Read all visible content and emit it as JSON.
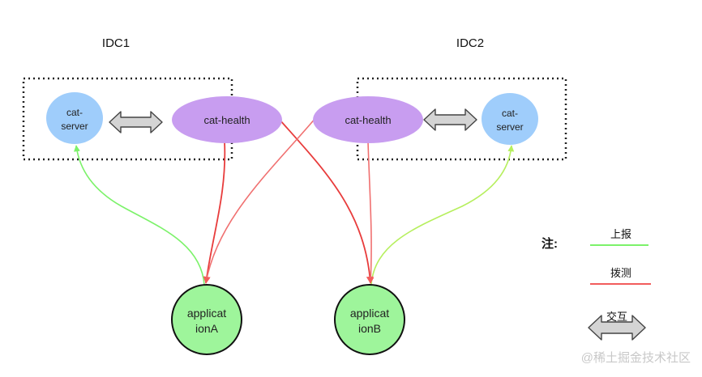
{
  "idc1": {
    "title": "IDC1",
    "server": [
      "cat-",
      "server"
    ],
    "health": "cat-health"
  },
  "idc2": {
    "title": "IDC2",
    "server": [
      "cat-",
      "server"
    ],
    "health": "cat-health"
  },
  "app_a": [
    "applicat",
    "ionA"
  ],
  "app_b": [
    "applicat",
    "ionB"
  ],
  "legend": {
    "title": "注:",
    "report": "上报",
    "probe": "拨测",
    "interact": "交互"
  },
  "watermark": "@稀土掘金技术社区",
  "colors": {
    "server_fill": "#9fcdfb",
    "health_fill": "#c89df0",
    "app_fill": "#9ef59b",
    "report_line": "#7cf26a",
    "probe_line": "#f25c5c",
    "arrow_fill": "#d4d4d4",
    "box_border": "#222222"
  }
}
